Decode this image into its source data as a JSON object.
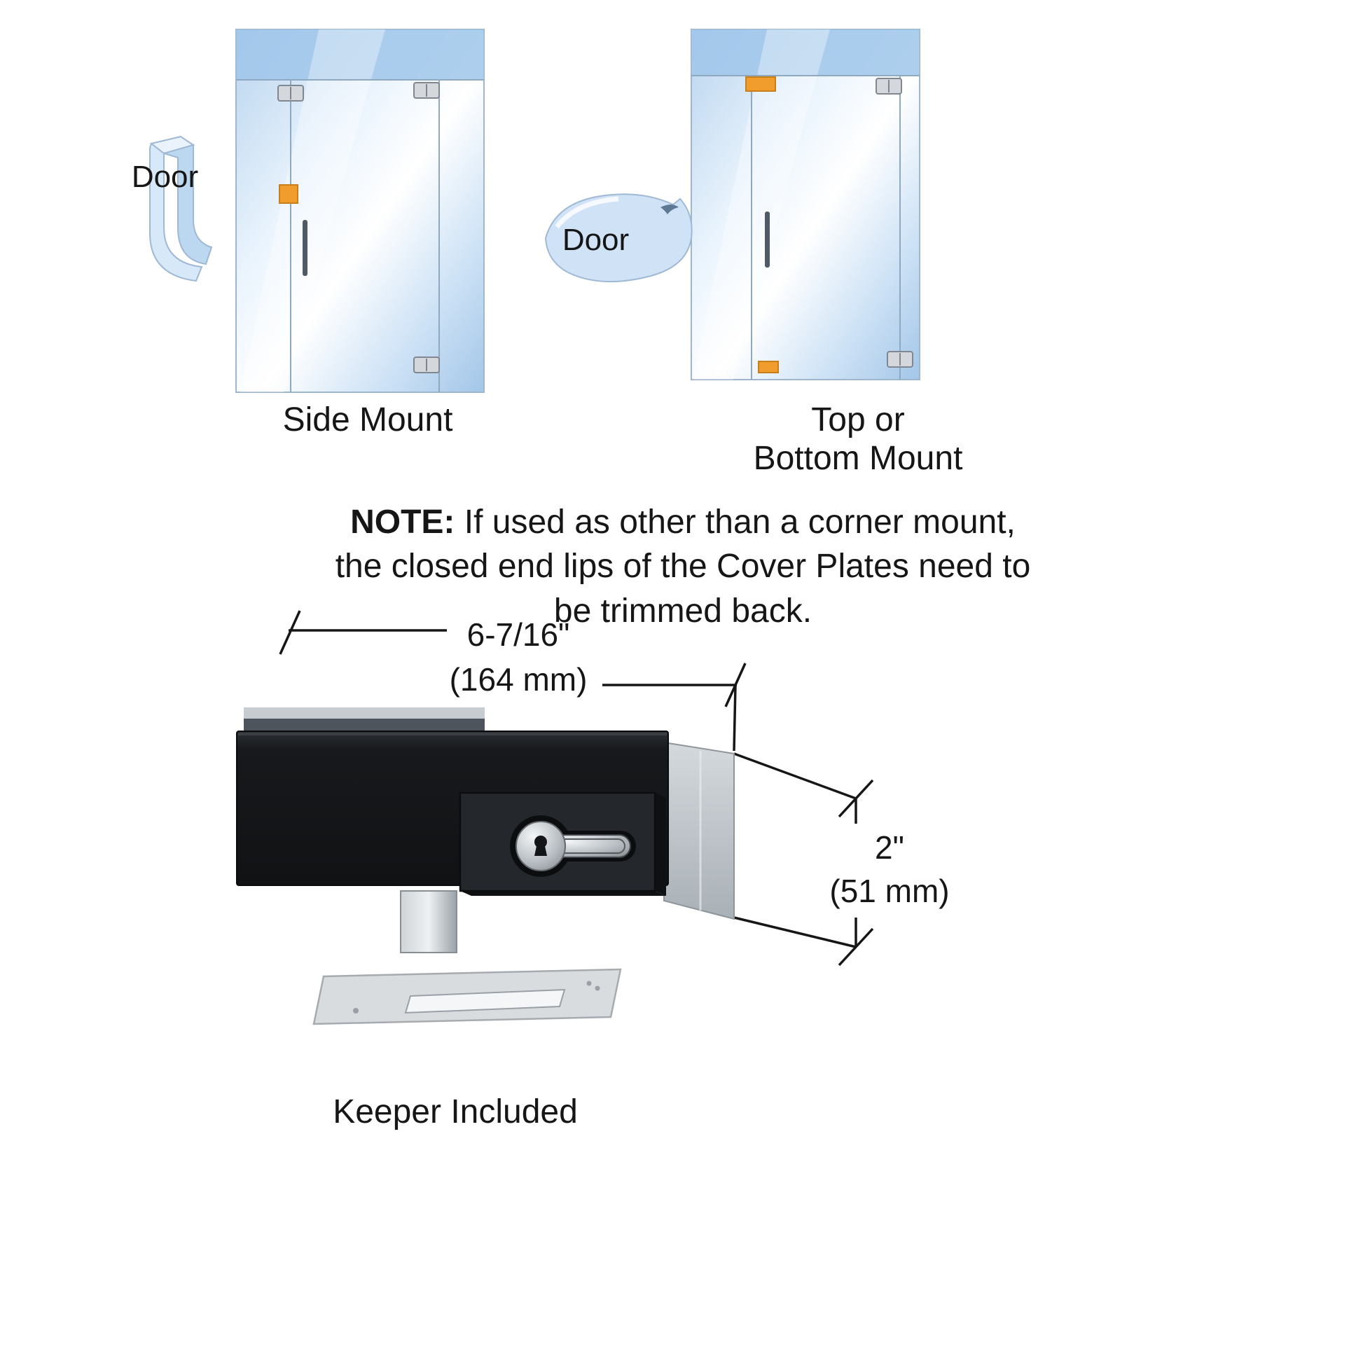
{
  "labels": {
    "door_left": "Door",
    "door_right": "Door",
    "side_mount": "Side Mount",
    "top_mount_line1": "Top or",
    "top_mount_line2": "Bottom Mount",
    "keeper": "Keeper Included"
  },
  "note": {
    "bold": "NOTE:",
    "line1_rest": " If used as other than a corner mount,",
    "line2": "the closed end lips of the Cover Plates need to",
    "line3": "be trimmed back."
  },
  "dimensions": {
    "width_in": "6-7/16\"",
    "width_mm": "(164 mm)",
    "height_in": "2\"",
    "height_mm": "(51 mm)"
  },
  "colors": {
    "glass_light": "#d7e8f9",
    "glass_mid": "#a8c9e9",
    "accent_orange": "#f09d2e",
    "lock_black": "#17191c",
    "metal_gray": "#b9bfc4",
    "line": "#161616"
  }
}
